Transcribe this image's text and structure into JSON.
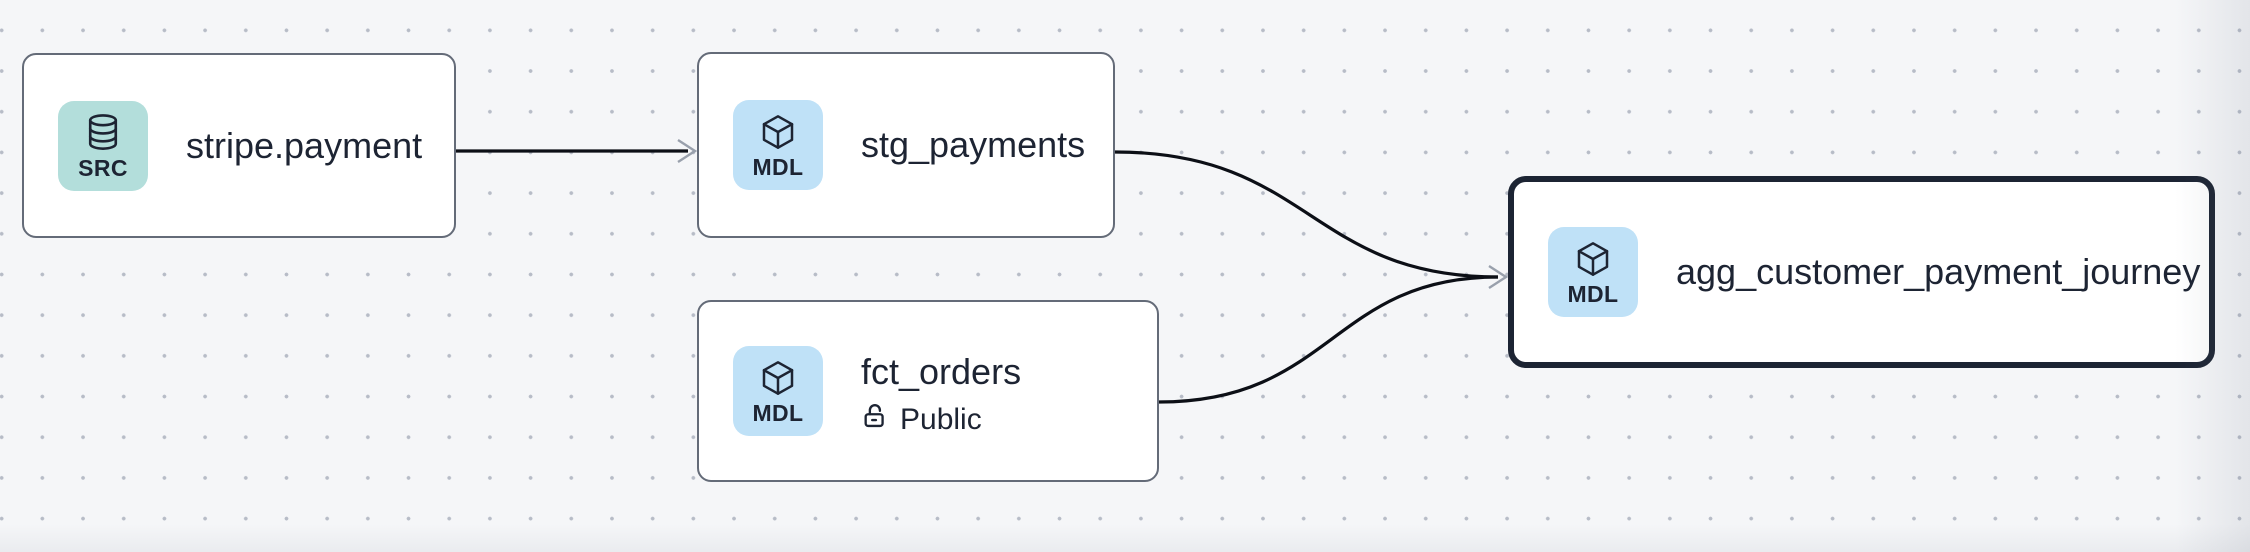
{
  "canvas": {
    "background_color": "#f5f6f8",
    "dot_color": "#b7bcc7"
  },
  "colors": {
    "node_border": "#646b78",
    "node_selected_border": "#1c2433",
    "node_background": "#ffffff",
    "text": "#1d2433",
    "edge_line": "#0c0f16",
    "arrowhead": "#99a0ac",
    "source_badge_background": "#b3dedb",
    "model_badge_background": "#bfe1f7"
  },
  "nodes": [
    {
      "id": "stripe.payment",
      "title": "stripe.payment",
      "badge": {
        "label": "SRC",
        "icon": "database-icon"
      },
      "selected": false
    },
    {
      "id": "stg_payments",
      "title": "stg_payments",
      "badge": {
        "label": "MDL",
        "icon": "cube-icon"
      },
      "selected": false
    },
    {
      "id": "fct_orders",
      "title": "fct_orders",
      "badge": {
        "label": "MDL",
        "icon": "cube-icon"
      },
      "visibility": {
        "icon": "lock-open-icon",
        "label": "Public"
      },
      "selected": false
    },
    {
      "id": "agg_customer_payment_journey",
      "title": "agg_customer_payment_journey",
      "badge": {
        "label": "MDL",
        "icon": "cube-icon"
      },
      "selected": true
    }
  ],
  "edges": [
    {
      "source": "stripe.payment",
      "target": "stg_payments"
    },
    {
      "source": "stg_payments",
      "target": "agg_customer_payment_journey"
    },
    {
      "source": "fct_orders",
      "target": "agg_customer_payment_journey"
    }
  ]
}
